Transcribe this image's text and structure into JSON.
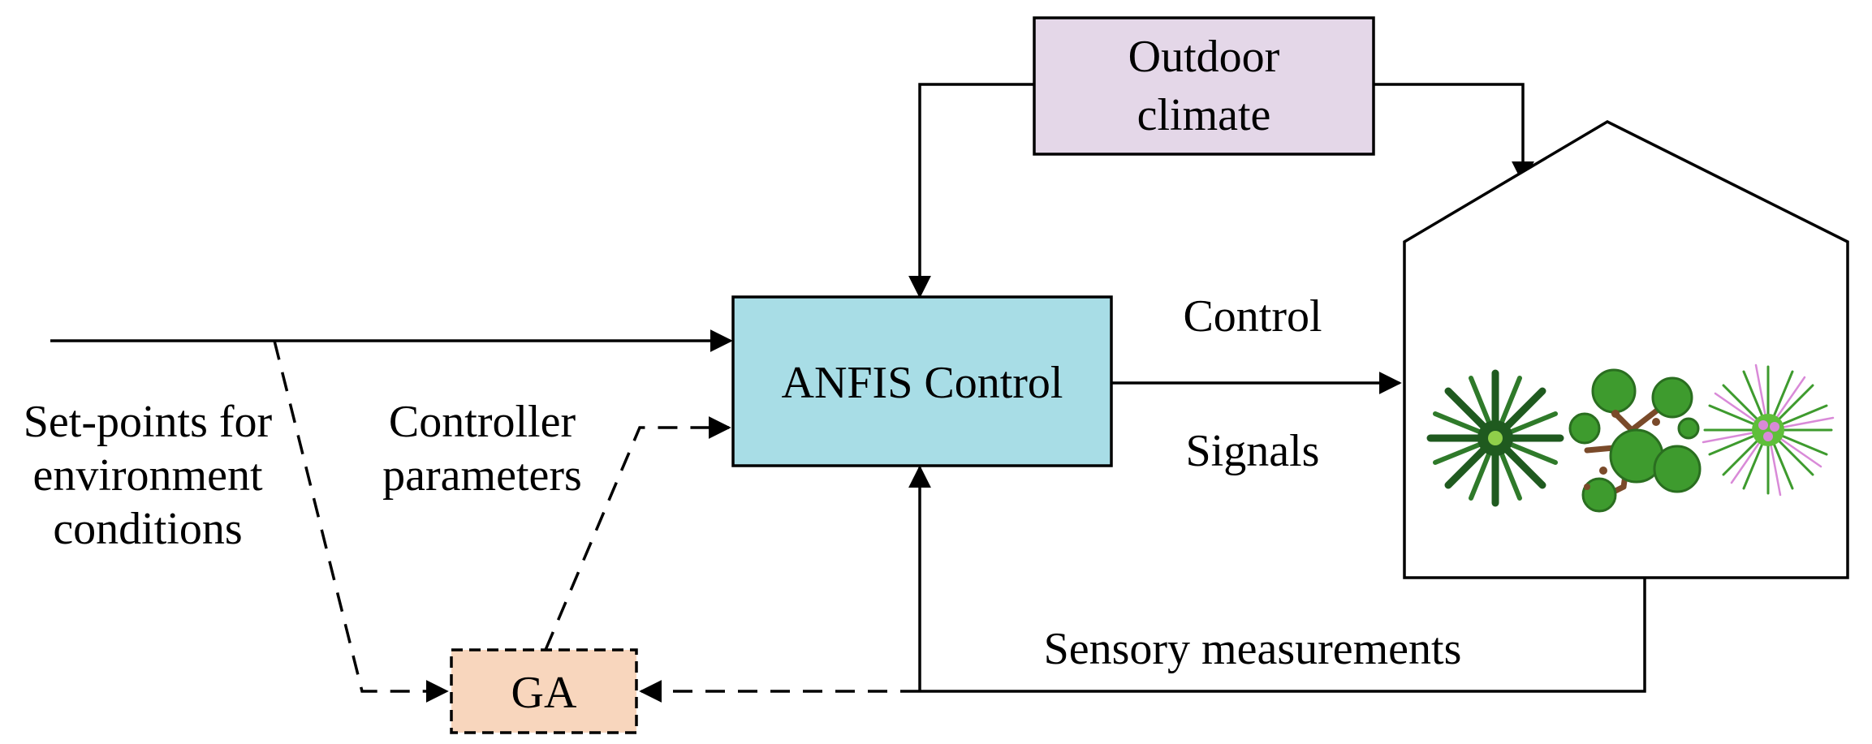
{
  "nodes": {
    "outdoor": {
      "line1": "Outdoor",
      "line2": "climate",
      "fill": "#e4d7e8"
    },
    "anfis": {
      "label": "ANFIS Control",
      "fill": "#a8dde6"
    },
    "ga": {
      "label": "GA",
      "fill": "#f8d6bd"
    }
  },
  "labels": {
    "setpoints": [
      "Set-points for",
      "environment",
      "conditions"
    ],
    "controller": [
      "Controller",
      "parameters"
    ],
    "control": "Control",
    "signals": "Signals",
    "sensory": "Sensory measurements"
  },
  "icons": {
    "plant_1": "palm-plant-icon",
    "plant_2": "leafy-tree-icon",
    "plant_3": "spiky-flower-icon"
  },
  "colors": {
    "plant_dark_green": "#1f5a1f",
    "plant_green": "#3e9b2e",
    "plant_brown": "#7a4a2a",
    "plant_pink": "#d98ad8"
  }
}
